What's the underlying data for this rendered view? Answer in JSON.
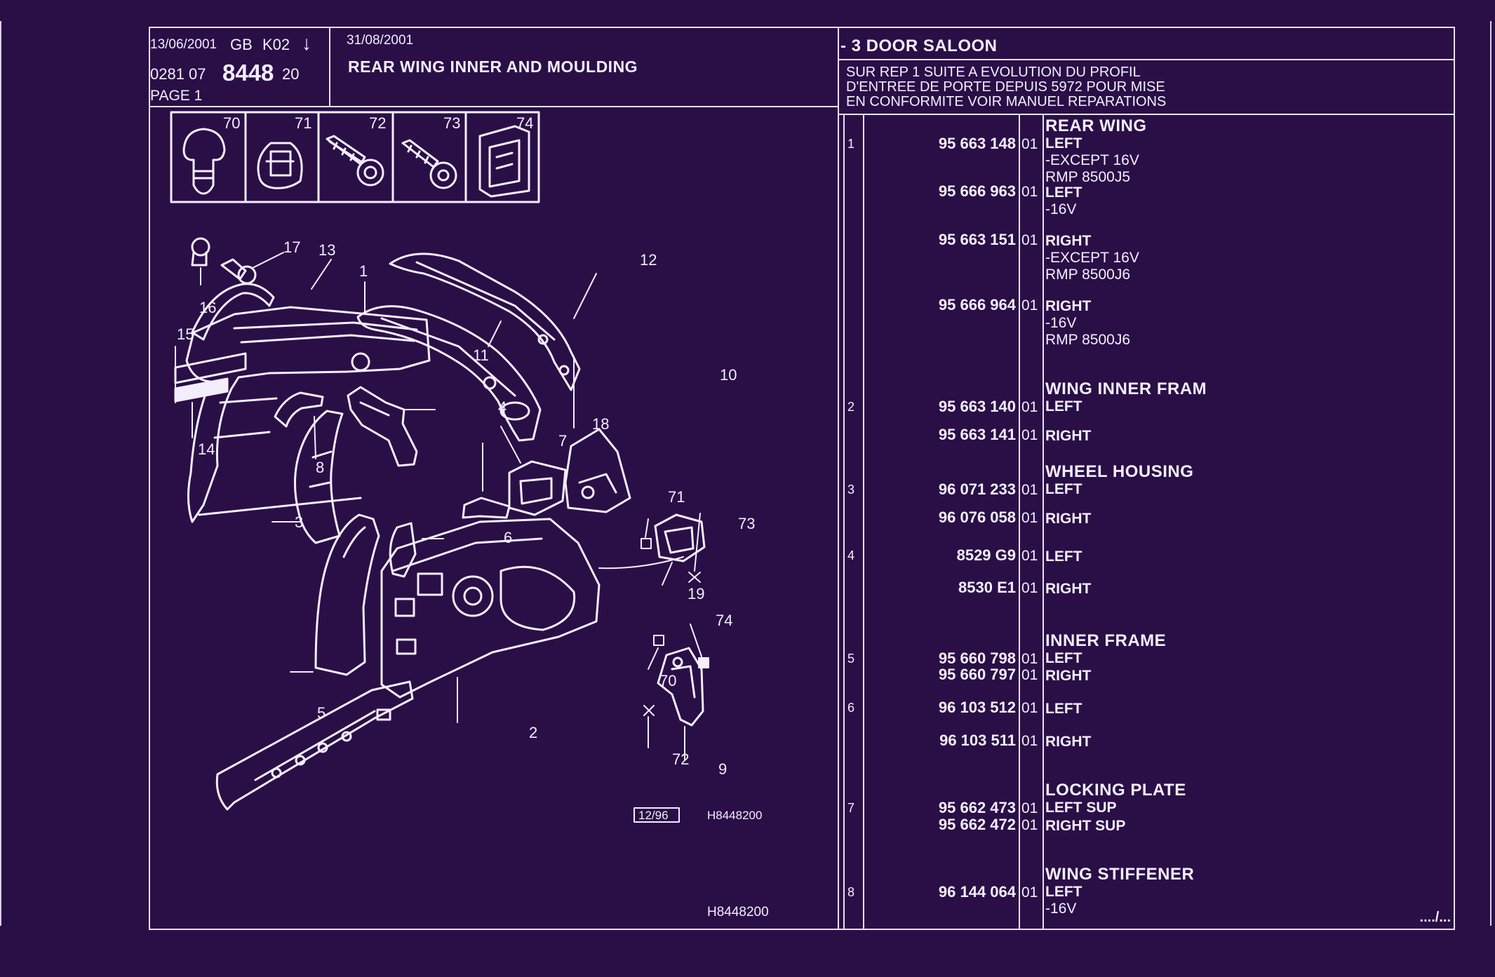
{
  "header": {
    "date_left": "13/06/2001",
    "lang": "GB",
    "code": "K02",
    "arrow": "↓",
    "ref_prefix": "0281 07",
    "ref_main": "8448",
    "ref_suffix": "20",
    "page_label": "PAGE  1",
    "date_right": "31/08/2001",
    "title": "REAR WING INNER AND MOULDING",
    "model": "- 3 DOOR SALOON",
    "note_lines": [
      "SUR REP 1 SUITE A EVOLUTION DU PROFIL",
      "D'ENTREE DE PORTE DEPUIS 5972 POUR MISE",
      "EN CONFORMITE VOIR MANUEL REPARATIONS"
    ]
  },
  "fasteners": [
    "70",
    "71",
    "72",
    "73",
    "74"
  ],
  "diagram": {
    "callouts": [
      "1",
      "2",
      "3",
      "4",
      "5",
      "6",
      "7",
      "8",
      "9",
      "10",
      "11",
      "12",
      "13",
      "14",
      "15",
      "16",
      "17",
      "18",
      "19",
      "70",
      "71",
      "72",
      "73",
      "74"
    ],
    "date_box": "12/96",
    "ref_code": "H8448200",
    "ref_code_bottom": "H8448200"
  },
  "parts": [
    {
      "ref": "1",
      "number": "95 663 148",
      "qty": "01",
      "group": "REAR WING",
      "side": "LEFT",
      "notes": [
        "-EXCEPT  16V",
        "RMP 8500J5"
      ]
    },
    {
      "ref": "",
      "number": "95 666 963",
      "qty": "01",
      "group": "",
      "side": "LEFT",
      "notes": [
        "-16V"
      ]
    },
    {
      "ref": "",
      "number": "95 663 151",
      "qty": "01",
      "group": "",
      "side": "RIGHT",
      "notes": [
        "-EXCEPT  16V",
        "RMP 8500J6"
      ]
    },
    {
      "ref": "",
      "number": "95 666 964",
      "qty": "01",
      "group": "",
      "side": "RIGHT",
      "notes": [
        "-16V",
        "RMP 8500J6"
      ]
    },
    {
      "ref": "2",
      "number": "95 663 140",
      "qty": "01",
      "group": "WING INNER FRAM",
      "side": "LEFT",
      "notes": []
    },
    {
      "ref": "",
      "number": "95 663 141",
      "qty": "01",
      "group": "",
      "side": "RIGHT",
      "notes": []
    },
    {
      "ref": "3",
      "number": "96 071 233",
      "qty": "01",
      "group": "WHEEL HOUSING",
      "side": "LEFT",
      "notes": []
    },
    {
      "ref": "",
      "number": "96 076 058",
      "qty": "01",
      "group": "",
      "side": "RIGHT",
      "notes": []
    },
    {
      "ref": "4",
      "number": "8529 G9",
      "qty": "01",
      "group": "",
      "side": "LEFT",
      "notes": []
    },
    {
      "ref": "",
      "number": "8530 E1",
      "qty": "01",
      "group": "",
      "side": "RIGHT",
      "notes": []
    },
    {
      "ref": "5",
      "number": "95 660 798",
      "qty": "01",
      "group": "INNER FRAME",
      "side": "LEFT",
      "notes": []
    },
    {
      "ref": "",
      "number": "95 660 797",
      "qty": "01",
      "group": "",
      "side": "RIGHT",
      "notes": []
    },
    {
      "ref": "6",
      "number": "96 103 512",
      "qty": "01",
      "group": "",
      "side": "LEFT",
      "notes": []
    },
    {
      "ref": "",
      "number": "96 103 511",
      "qty": "01",
      "group": "",
      "side": "RIGHT",
      "notes": []
    },
    {
      "ref": "7",
      "number": "95 662 473",
      "qty": "01",
      "group": "LOCKING PLATE",
      "side": "LEFT SUP",
      "notes": []
    },
    {
      "ref": "",
      "number": "95 662 472",
      "qty": "01",
      "group": "",
      "side": "RIGHT SUP",
      "notes": []
    },
    {
      "ref": "8",
      "number": "96 144 064",
      "qty": "01",
      "group": "WING STIFFENER",
      "side": "LEFT",
      "notes": [
        "-16V"
      ]
    }
  ],
  "continuation": "..../...",
  "colors": {
    "background": "#2a0f47",
    "ink": "#f4eefc"
  }
}
